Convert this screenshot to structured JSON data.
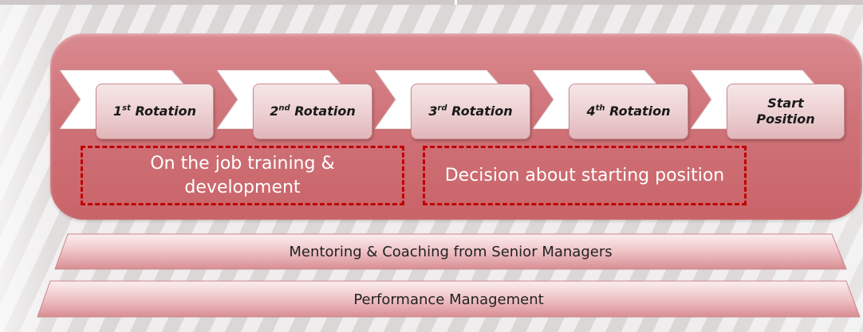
{
  "steps": [
    {
      "label_sup": "st",
      "label_prefix": "1",
      "label_rest": " Rotation"
    },
    {
      "label_sup": "nd",
      "label_prefix": "2",
      "label_rest": " Rotation"
    },
    {
      "label_sup": "rd",
      "label_prefix": "3",
      "label_rest": " Rotation"
    },
    {
      "label_sup": "th",
      "label_prefix": "4",
      "label_rest": " Rotation"
    },
    {
      "label_line1": "Start",
      "label_line2": "Position"
    }
  ],
  "phases": {
    "training": "On the job training & development",
    "decision": "Decision about starting position"
  },
  "foundation": {
    "mentoring": "Mentoring & Coaching from Senior Managers",
    "performance": "Performance Management"
  },
  "colors": {
    "panel": "#cf7379",
    "dashed_border": "#c00000",
    "step_box": "#eccfd1",
    "bar": "#e6a6aa"
  },
  "icons": [
    "chevron-arrow-icon"
  ]
}
